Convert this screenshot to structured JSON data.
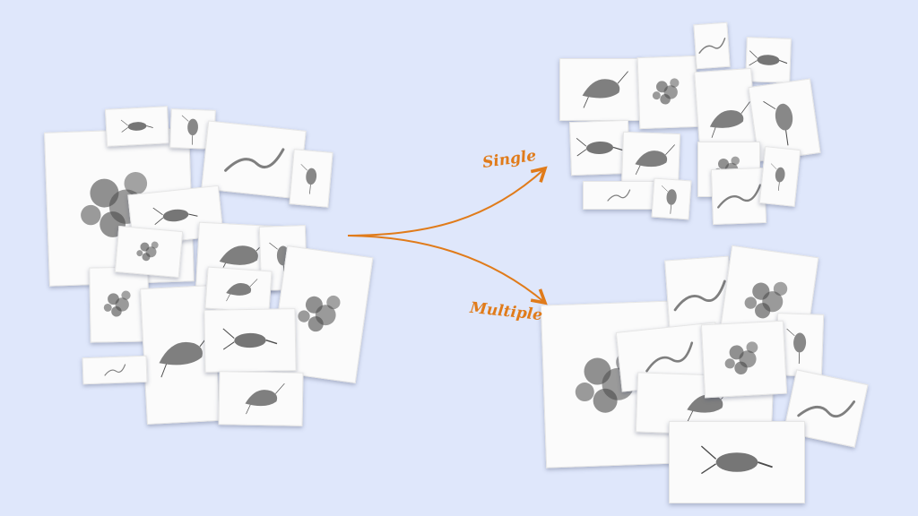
{
  "labels": {
    "single": "Single",
    "multiple": "Multiple"
  },
  "colors": {
    "background": "#dfe7fb",
    "arrow": "#e07b1a",
    "card": "#fbfbfb",
    "organism": "#4a4a4a"
  },
  "groups": [
    {
      "id": "unsorted-pile",
      "kind": "mixed plankton images"
    },
    {
      "id": "single-group",
      "kind": "single organism images"
    },
    {
      "id": "multiple-group",
      "kind": "multiple organism images"
    }
  ],
  "organisms": [
    "copepod",
    "shrimp",
    "cluster",
    "worm",
    "larva"
  ]
}
